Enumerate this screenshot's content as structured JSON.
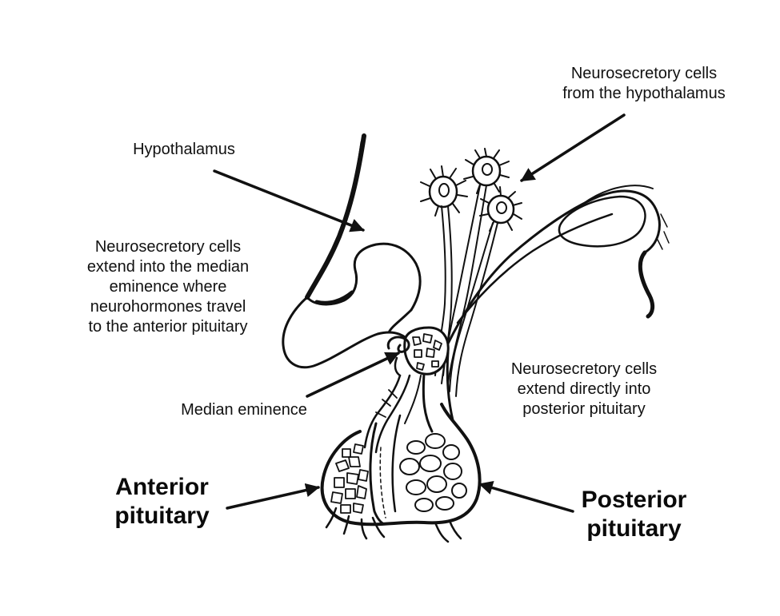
{
  "labels": {
    "neurosecretory_hypothalamus": "Neurosecretory cells\nfrom the hypothalamus",
    "hypothalamus": "Hypothalamus",
    "neurosecretory_median": "Neurosecretory cells\nextend into the median\neminence where\nneurohormones travel\nto the anterior pituitary",
    "median_eminence": "Median eminence",
    "neurosecretory_posterior": "Neurosecretory cells\nextend directly into\nposterior pituitary",
    "anterior_pituitary": "Anterior\npituitary",
    "posterior_pituitary": "Posterior\npituitary"
  },
  "colors": {
    "ink": "#111111",
    "background": "#ffffff"
  }
}
